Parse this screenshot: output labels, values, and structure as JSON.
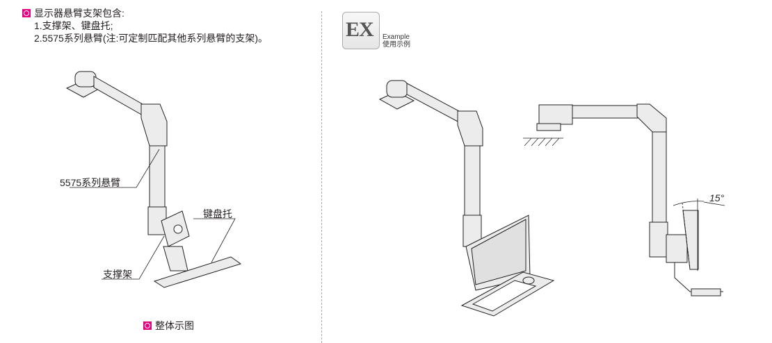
{
  "intro": {
    "heading": "显示器悬臂支架包含:",
    "items": [
      "1.支撑架、键盘托;",
      "2.5575系列悬臂(注:可定制匹配其他系列悬臂的支架)。"
    ]
  },
  "left_figure": {
    "labels": {
      "arm": "5575系列悬臂",
      "keyboard_tray": "键盘托",
      "bracket": "支撑架"
    },
    "caption": "整体示图"
  },
  "example": {
    "badge": "EX",
    "label_en": "Example",
    "label_cn": "使用示例",
    "angle_label": "15°"
  },
  "colors": {
    "marker": "#e4007f",
    "line": "#231f20",
    "fill": "#ececec"
  }
}
